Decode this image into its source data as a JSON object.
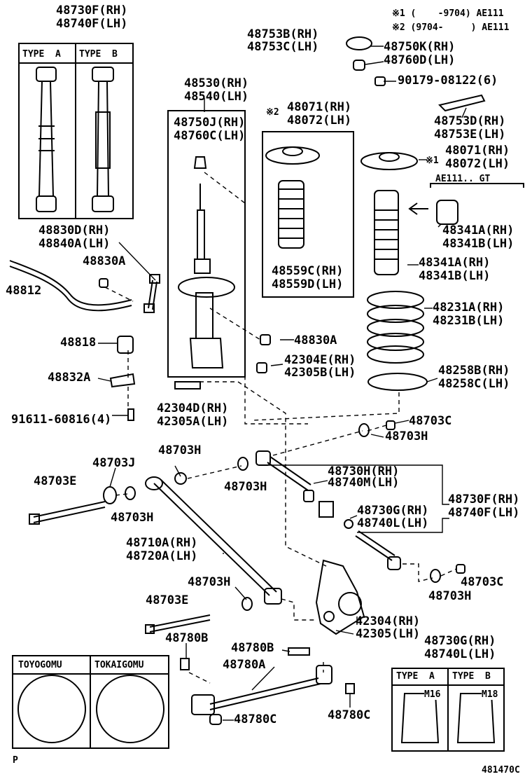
{
  "notes": {
    "n1": "※1 (    -9704) AE111",
    "n2": "※2 (9704-     ) AE111"
  },
  "parts": {
    "p48730F_48740F_top": [
      "48730F(RH)",
      "48740F(LH)"
    ],
    "p48753B_48753C": [
      "48753B(RH)",
      "48753C(LH)"
    ],
    "p48750K_48760D": [
      "48750K(RH)",
      "48760D(LH)"
    ],
    "p90179": "90179-08122(6)",
    "p48530_48540": [
      "48530(RH)",
      "48540(LH)"
    ],
    "p48750J_48760C": [
      "48750J(RH)",
      "48760C(LH)"
    ],
    "p48071_48072_a": [
      "48071(RH)",
      "48072(LH)"
    ],
    "mark2": "※2",
    "p48753D_48753E": [
      "48753D(RH)",
      "48753E(LH)"
    ],
    "p48071_48072_b": [
      "48071(RH)",
      "48072(LH)"
    ],
    "mark1": "※1",
    "ae111gt": "AE111.. GT",
    "p48341A_48341B_a": [
      "48341A(RH)",
      "48341B(LH)"
    ],
    "p48830D_48840A": [
      "48830D(RH)",
      "48840A(LH)"
    ],
    "p48830A_a": "48830A",
    "p48812": "48812",
    "p48559": [
      "48559C(RH)",
      "48559D(LH)"
    ],
    "p48341A_48341B_b": [
      "48341A(RH)",
      "48341B(LH)"
    ],
    "p48231": [
      "48231A(RH)",
      "48231B(LH)"
    ],
    "p48818": "48818",
    "p48830A_b": "48830A",
    "p42304E_42305B": [
      "42304E(RH)",
      "42305B(LH)"
    ],
    "p48832A": "48832A",
    "p48258": [
      "48258B(RH)",
      "48258C(LH)"
    ],
    "p91611": "91611-60816(4)",
    "p42304D_42305A": [
      "42304D(RH)",
      "42305A(LH)"
    ],
    "p48703C_a": "48703C",
    "p48703H_a": "48703H",
    "p48703H_b": "48703H",
    "p48703J": "48703J",
    "p48703H_c": "48703H",
    "p48730H_48740M": [
      "48730H(RH)",
      "48740M(LH)"
    ],
    "p48703E_a": "48703E",
    "p48730F_48740F_right": [
      "48730F(RH)",
      "48740F(LH)"
    ],
    "p48730G_48740L_a": [
      "48730G(RH)",
      "48740L(LH)"
    ],
    "p48703H_d": "48703H",
    "p48710A_48720A": [
      "48710A(RH)",
      "48720A(LH)"
    ],
    "p48703H_e": "48703H",
    "p48703C_b": "48703C",
    "p48703H_f": "48703H",
    "p48703E_b": "48703E",
    "p42304_42305": [
      "42304(RH)",
      "42305(LH)"
    ],
    "p48780B_a": "48780B",
    "p48780B_b": "48780B",
    "p48780A": "48780A",
    "p48730G_48740L_b": [
      "48730G(RH)",
      "48740L(LH)"
    ],
    "p48780C_a": "48780C",
    "p48780C_b": "48780C"
  },
  "boxes": {
    "type_a": "TYPE  A",
    "type_b": "TYPE  B",
    "toyogomu": "TOYOGOMU",
    "tokaigomu": "TOKAIGOMU",
    "m16": "M16",
    "m18": "M18"
  },
  "corner": {
    "page_mark": "P",
    "figure_code": "481470C"
  }
}
